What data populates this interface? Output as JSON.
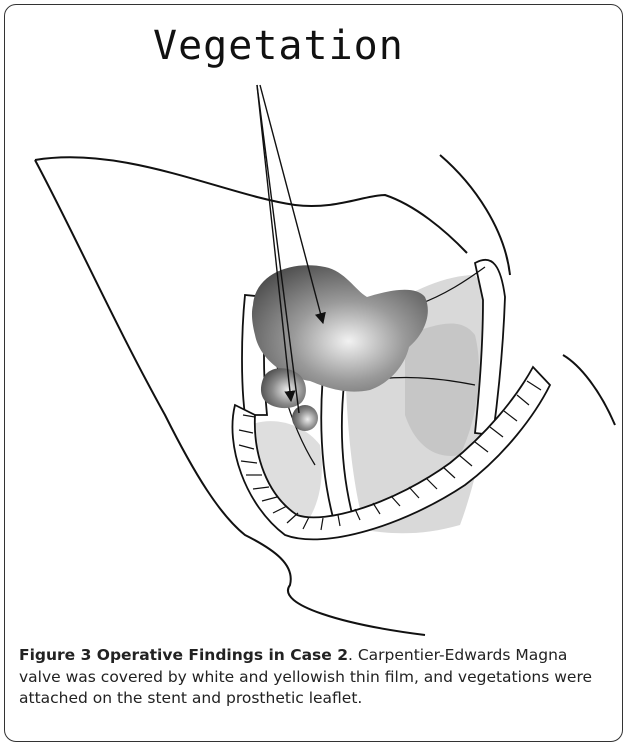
{
  "figure": {
    "label": "Vegetation",
    "caption_title": "Figure 3 Operative Findings in Case 2",
    "caption_text": ". Carpentier-Edwards Magna valve was covered by white and yellowish thin film, and vegetations were attached on the stent and prosthetic leaflet."
  }
}
